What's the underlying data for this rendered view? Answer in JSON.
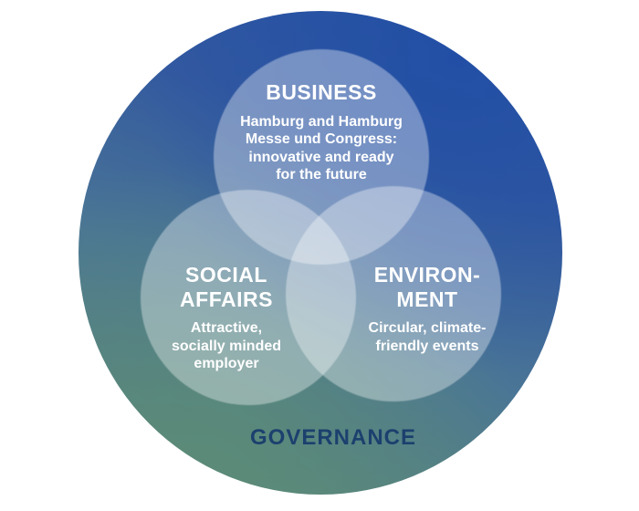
{
  "page": {
    "background_color": "#ffffff"
  },
  "diagram": {
    "type": "venn-diagram",
    "outer_circle": {
      "gradient_colors": {
        "top_right_blue": "#2452a3",
        "mid_teal": "#4a7596",
        "bottom_left_green": "#5d8a7c"
      }
    },
    "overlay_circle_color": "#ffffff",
    "overlay_circle_opacity": 0.36,
    "text_color": "#ffffff",
    "circles": {
      "business": {
        "title": "BUSINESS",
        "description": "Hamburg and Hamburg\nMesse und Congress:\ninnovative and ready\nfor the future"
      },
      "social_affairs": {
        "title": "SOCIAL\nAFFAIRS",
        "description": "Attractive,\nsocially minded\nemployer"
      },
      "environment": {
        "title": "ENVIRON-\nMENT",
        "description": "Circular, climate-\nfriendly events"
      }
    },
    "governance": {
      "label": "GOVERNANCE",
      "color": "#1c406e"
    }
  }
}
